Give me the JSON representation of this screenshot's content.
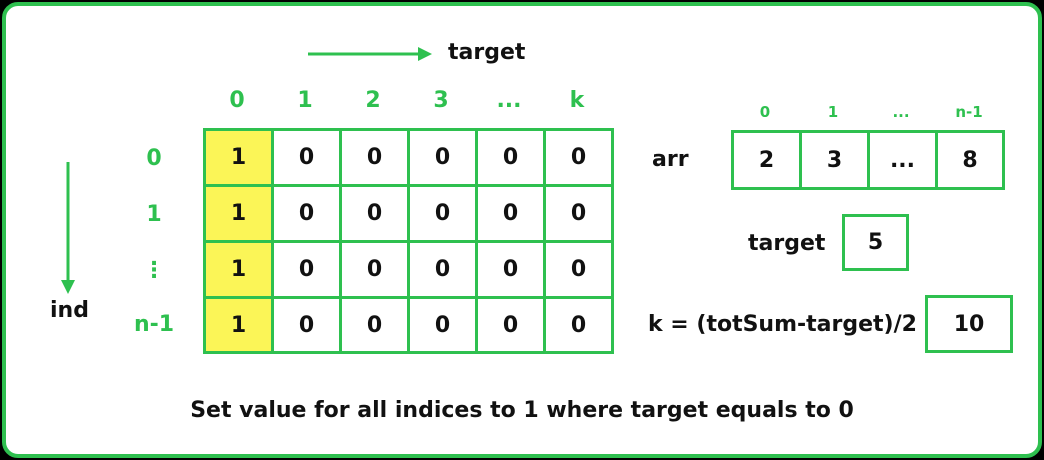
{
  "top_arrow_label": "target",
  "side_arrow_label": "ind",
  "col_headers": [
    "0",
    "1",
    "2",
    "3",
    "...",
    "k"
  ],
  "row_headers": [
    "0",
    "1",
    "⋮",
    "n-1"
  ],
  "dp_table": [
    [
      "1",
      "0",
      "0",
      "0",
      "0",
      "0"
    ],
    [
      "1",
      "0",
      "0",
      "0",
      "0",
      "0"
    ],
    [
      "1",
      "0",
      "0",
      "0",
      "0",
      "0"
    ],
    [
      "1",
      "0",
      "0",
      "0",
      "0",
      "0"
    ]
  ],
  "arr": {
    "label": "arr",
    "index_labels": [
      "0",
      "1",
      "...",
      "n-1"
    ],
    "values": [
      "2",
      "3",
      "...",
      "8"
    ]
  },
  "target": {
    "label": "target",
    "value": "5"
  },
  "k_formula": {
    "label": "k = (totSum-target)/2",
    "value": "10"
  },
  "caption": "Set value for all indices to 1 where target equals to 0",
  "colors": {
    "accent": "#2ec04f",
    "highlight": "#fbf557",
    "text": "#111111"
  }
}
